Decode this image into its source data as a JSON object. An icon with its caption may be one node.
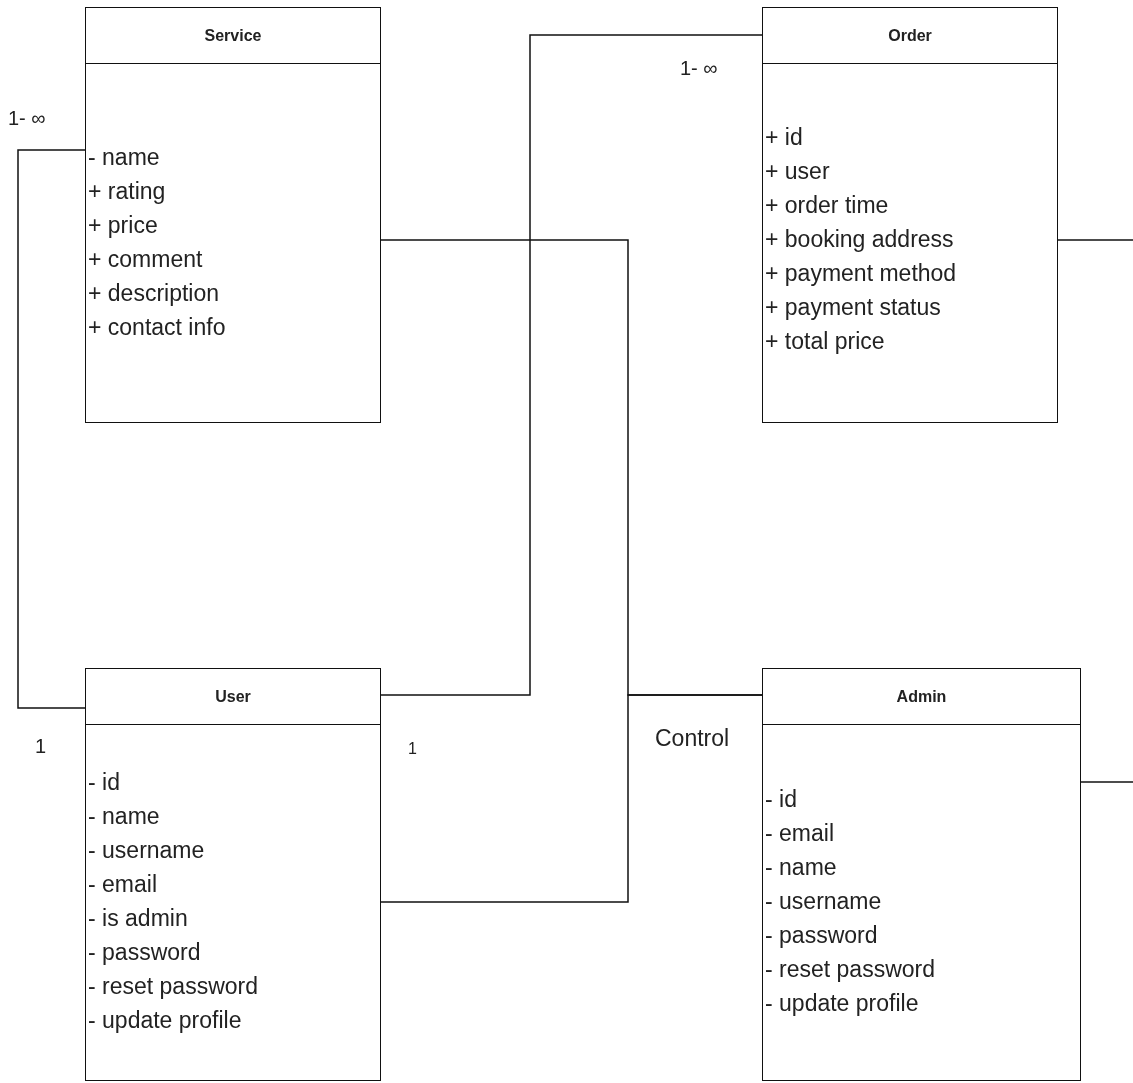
{
  "diagram": {
    "nodes": [
      {
        "text": [
          "Service",
          "- name",
          "+ rating",
          "+ price",
          "+ comment",
          "+ description",
          "+ contact info"
        ]
      },
      {
        "text": [
          "Order",
          "+ id",
          "+ user",
          "+ order time",
          "+ booking address",
          "+ payment method",
          "+ payment status",
          "+ total price"
        ]
      },
      {
        "text": [
          "User",
          "- id",
          "- name",
          "- username",
          "- email",
          "- is admin",
          "- password",
          "- reset password",
          "- update profile"
        ]
      },
      {
        "text": [
          "Admin",
          "- id",
          "- email",
          "- name",
          "- username",
          "- password",
          "- reset password",
          "- update profile"
        ]
      }
    ],
    "edges": [
      {
        "from": 0,
        "to": 2,
        "arrow": "none"
      },
      {
        "from": 2,
        "to": 1,
        "arrow": "none"
      },
      {
        "from": 0,
        "to": 3,
        "arrow": "none",
        "label": "Control"
      },
      {
        "from": 2,
        "to": 3,
        "arrow": "none"
      },
      {
        "from": 1,
        "to": null,
        "arrow": "none"
      },
      {
        "from": 3,
        "to": null,
        "arrow": "none"
      }
    ],
    "labels": [
      "1- ∞",
      "1- ∞",
      "1",
      "1"
    ]
  }
}
